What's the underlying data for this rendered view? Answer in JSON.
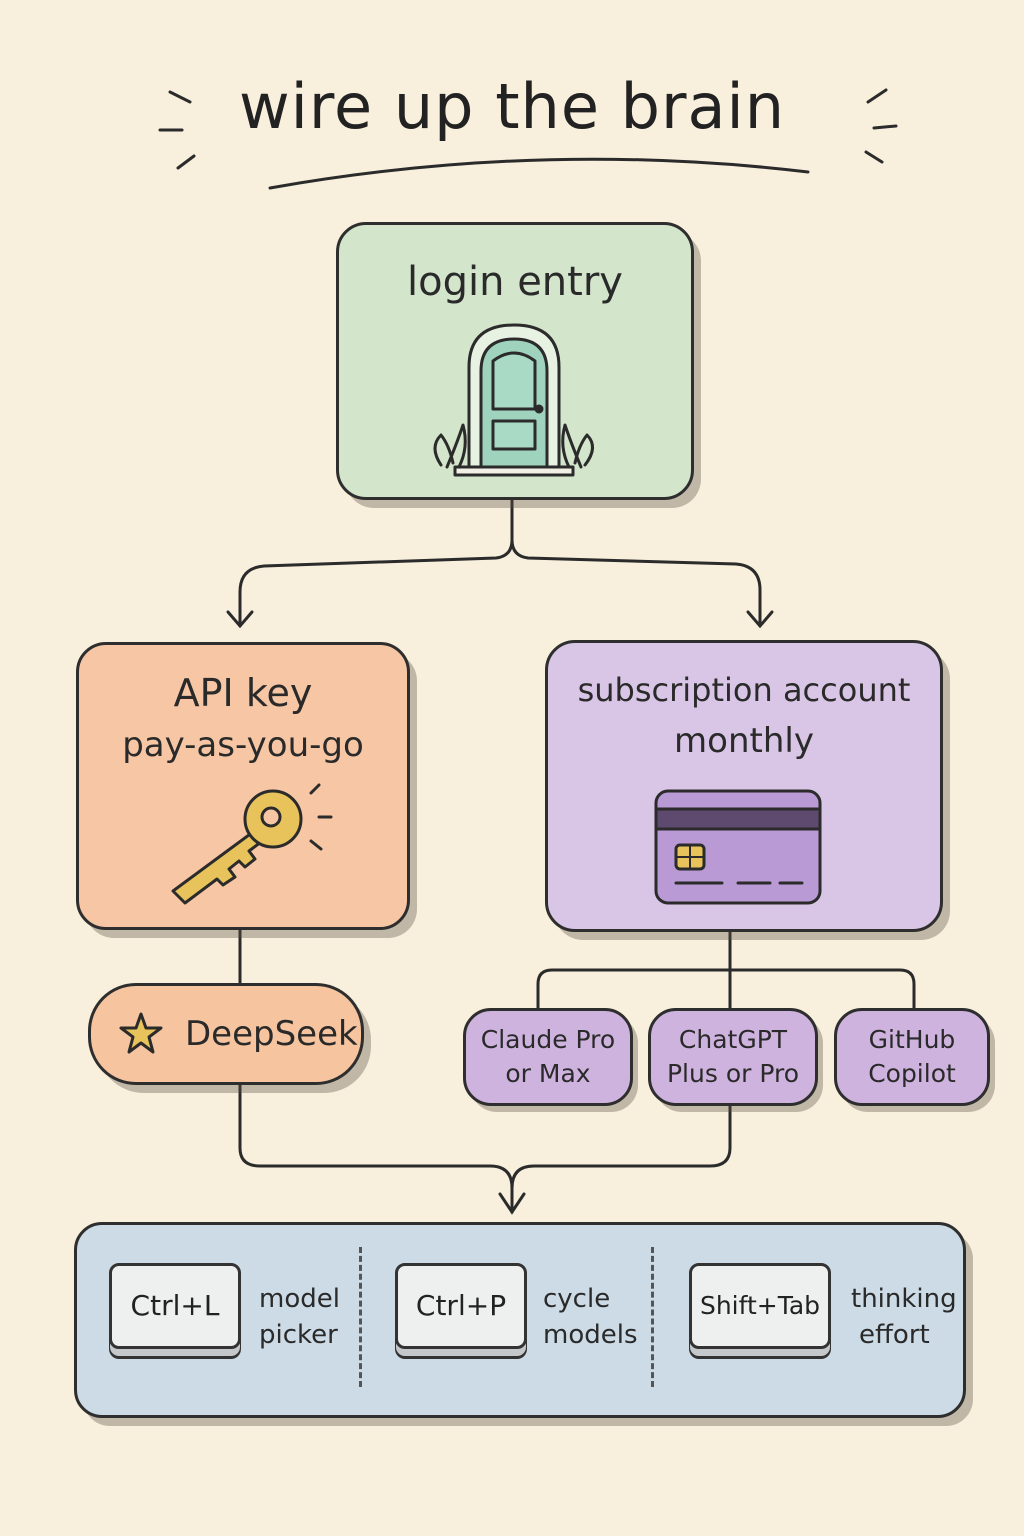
{
  "title": "wire up the brain",
  "login": {
    "label": "login entry"
  },
  "api": {
    "line1": "API key",
    "line2": "pay-as-you-go"
  },
  "subscription": {
    "line1": "subscription account",
    "line2": "monthly"
  },
  "providers": {
    "deepseek": "DeepSeek",
    "claude": {
      "line1": "Claude Pro",
      "line2": "or Max"
    },
    "chatgpt": {
      "line1": "ChatGPT",
      "line2": "Plus or Pro"
    },
    "github": {
      "line1": "GitHub",
      "line2": "Copilot"
    }
  },
  "shortcuts": [
    {
      "key": "Ctrl+L",
      "desc1": "model",
      "desc2": "picker"
    },
    {
      "key": "Ctrl+P",
      "desc1": "cycle",
      "desc2": "models"
    },
    {
      "key": "Shift+Tab",
      "desc1": "thinking",
      "desc2": "effort"
    }
  ],
  "colors": {
    "background": "#f8efdc",
    "login": "#d3e6cc",
    "api": "#f7c7a5",
    "subscription": "#d9c6e6",
    "shortcuts": "#ccdbe5",
    "key_icon": "#e8c25a"
  }
}
